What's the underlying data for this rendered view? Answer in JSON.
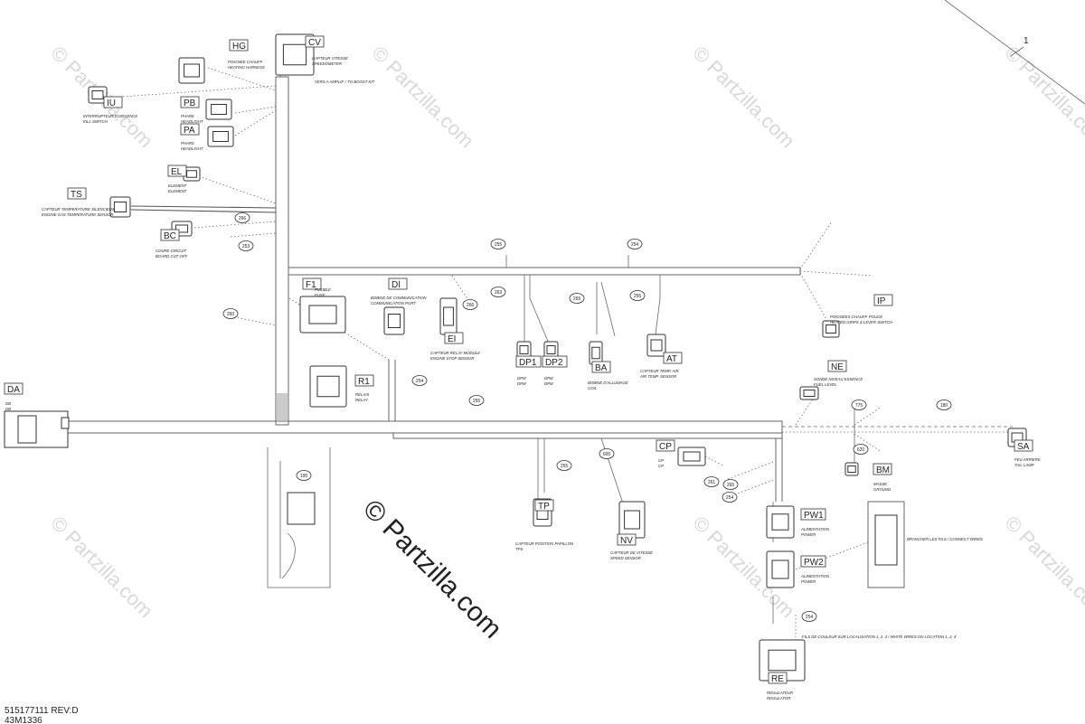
{
  "watermark": {
    "small": "© Partzilla.com",
    "large": "© Partzilla.com"
  },
  "footer": {
    "line1": "515177111 REV:D",
    "line2": "43M1336"
  },
  "page_ref": "1",
  "components": [
    {
      "code": "CV",
      "desc1": "CAPTEUR VITESSE",
      "desc2": "SPEEDOMETER",
      "note": "VERS A AMPLIF. / TO BOOST KIT"
    },
    {
      "code": "HG",
      "desc1": "POIGNEE CHAUFF.",
      "desc2": "HEATING HARNESS"
    },
    {
      "code": "IU",
      "desc1": "INTERRUPTEUR D'URGENCE",
      "desc2": "KILL SWITCH"
    },
    {
      "code": "PB",
      "desc1": "PHARE",
      "desc2": "HEADLIGHT"
    },
    {
      "code": "PA",
      "desc1": "PHARE",
      "desc2": "HEADLIGHT"
    },
    {
      "code": "EL",
      "desc1": "ELEMENT",
      "desc2": "ELEMENT"
    },
    {
      "code": "TS",
      "desc1": "CAPTEUR TEMPERATURE SILENCIEUX",
      "desc2": "ENGINE GAS TEMPERATURE SENSOR"
    },
    {
      "code": "BC",
      "desc1": "COUPE-CIRCUIT",
      "desc2": "BOARD CUT OFF"
    },
    {
      "code": "F1",
      "desc1": "FUSIBLE",
      "desc2": "FUSE"
    },
    {
      "code": "DI",
      "desc1": "BOBINE DE COMMUNICATION",
      "desc2": "COMMUNICATION PORT"
    },
    {
      "code": "EI",
      "desc1": "CAPTEUR RELAY MODULE",
      "desc2": "ENGINE STOP SENSOR"
    },
    {
      "code": "R1",
      "desc1": "RELAIS",
      "desc2": "RELAY"
    },
    {
      "code": "DA",
      "desc1": "DB",
      "desc2": "DB"
    },
    {
      "code": "DP1",
      "desc1": "DPM",
      "desc2": "DPM"
    },
    {
      "code": "DP2",
      "desc1": "DPM",
      "desc2": "DPM"
    },
    {
      "code": "BA",
      "desc1": "BOBINE D'ALLUMAGE",
      "desc2": "COIL"
    },
    {
      "code": "AT",
      "desc1": "CAPTEUR TEMP. AIR",
      "desc2": "AIR TEMP. SENSOR"
    },
    {
      "code": "IP",
      "desc1": "POIGNEES CHAUFF. POUCE",
      "desc2": "HEATED GRIPS & LEVER SWITCH"
    },
    {
      "code": "NE",
      "desc1": "SONDE NIVEAU ESSENCE",
      "desc2": "FUEL LEVEL"
    },
    {
      "code": "SA",
      "desc1": "FEU ARRIERE",
      "desc2": "TAIL LAMP"
    },
    {
      "code": "CP",
      "desc1": "CP",
      "desc2": "CP"
    },
    {
      "code": "BM",
      "desc1": "MASSE",
      "desc2": "GROUND"
    },
    {
      "code": "TP",
      "desc1": "CAPTEUR POSITION PAPILLON",
      "desc2": "TPS"
    },
    {
      "code": "NV",
      "desc1": "CAPTEUR DE VITESSE",
      "desc2": "SPEED SENSOR"
    },
    {
      "code": "PW1",
      "desc1": "ALIMENTATION",
      "desc2": "POWER"
    },
    {
      "code": "PW2",
      "desc1": "ALIMENTATION",
      "desc2": "POWER"
    },
    {
      "code": "RE",
      "desc1": "REGULATEUR",
      "desc2": "REGULATOR"
    }
  ],
  "notes": {
    "branch_note": "BRANCHER LES FILS / CONNECT WIRES",
    "re_note": "FILS DE COULEUR SUR LOCALISATION 1, 2, 4 / WHITE WIRES ON LOCATION 1, 2, 4"
  },
  "bubbles": [
    "266",
    "253",
    "255",
    "254",
    "263",
    "265",
    "256",
    "260",
    "266",
    "254",
    "255",
    "195",
    "255",
    "600",
    "254",
    "265",
    "261",
    "775",
    "180",
    "620",
    "254"
  ]
}
